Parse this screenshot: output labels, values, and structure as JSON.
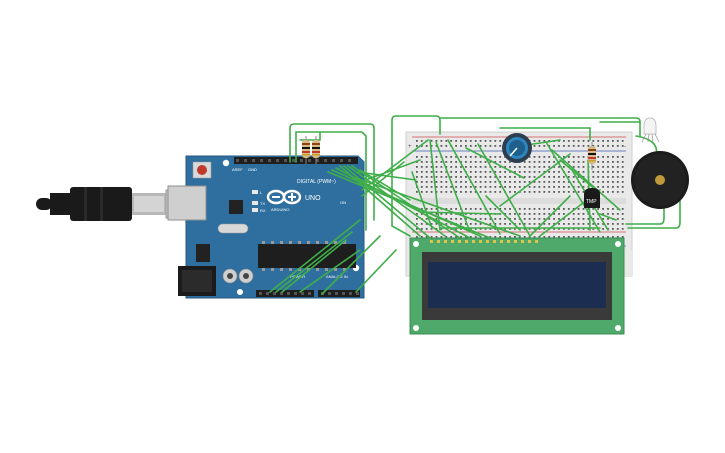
{
  "arduino": {
    "brand": "ARDUINO",
    "model": "UNO",
    "digital_label": "DIGITAL (PWM~)",
    "power_label": "POWER",
    "analog_label": "ANALOG IN",
    "tx_label": "TX",
    "rx_label": "RX",
    "l_label": "L",
    "on_label": "ON",
    "aref_label": "AREF",
    "gnd_label": "GND"
  },
  "sensor": {
    "label": "TMP"
  },
  "breadboard": {
    "rail_plus": "+",
    "rail_minus": "-"
  },
  "colors": {
    "arduino_board": "#2f6f9f",
    "wire": "#3fae49",
    "lcd_pcb": "#4ea96b",
    "lcd_screen": "#1c2d52",
    "breadboard": "#e9e9e9",
    "buzzer": "#1c1c1c",
    "buzzer_center": "#c09a3a",
    "usb_cable": "#1a1a1a"
  },
  "components": {
    "usb_cable": "usb-cable-icon",
    "resistor": "resistor-icon",
    "potentiometer": "potentiometer-icon",
    "buzzer": "piezo-buzzer-icon",
    "led": "rgb-led-icon",
    "sensor": "temperature-sensor-icon",
    "lcd": "lcd-16x2-icon"
  }
}
